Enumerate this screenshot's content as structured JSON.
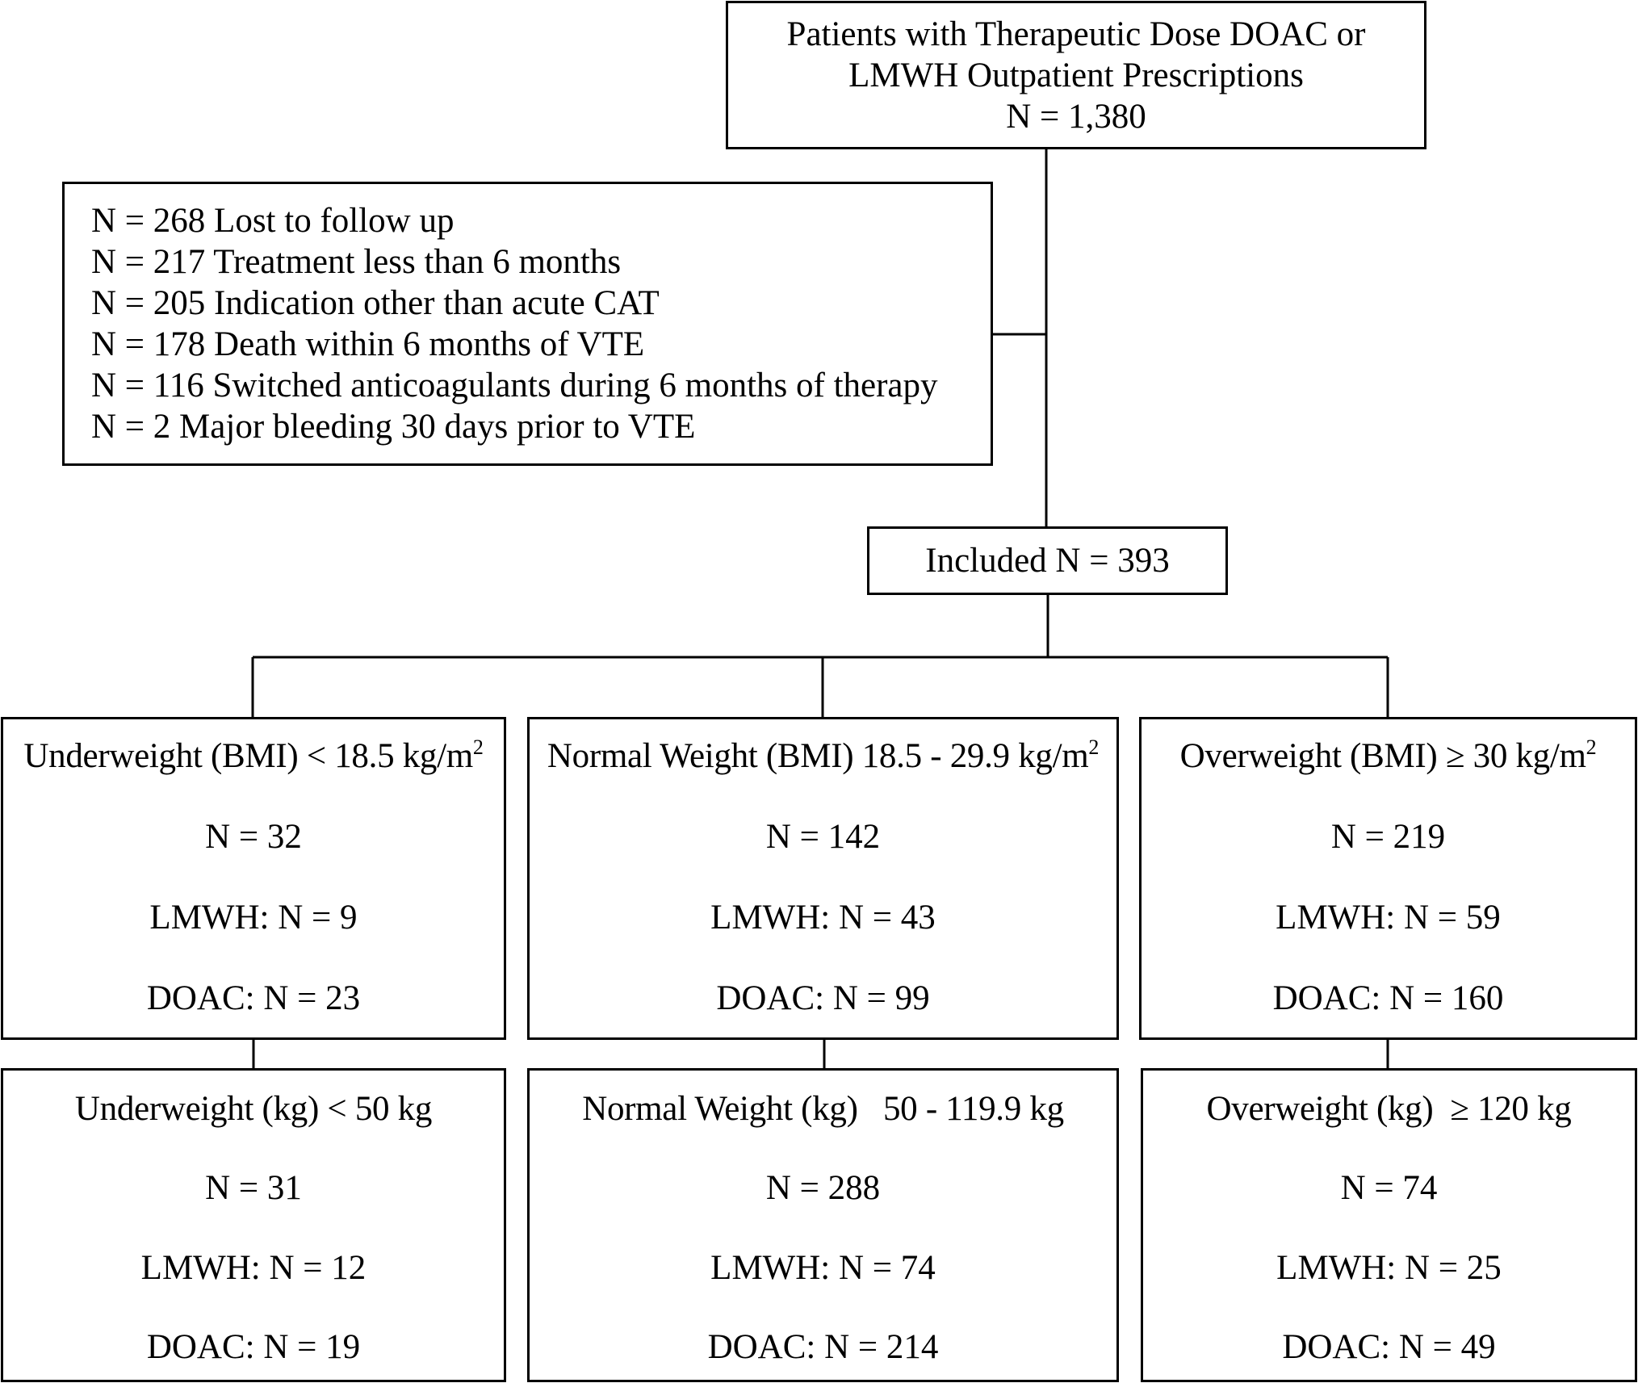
{
  "start": {
    "line1": "Patients with Therapeutic Dose DOAC or",
    "line2": "LMWH Outpatient Prescriptions",
    "n": "N = 1,380"
  },
  "exclusions": [
    "N = 268  Lost to follow up",
    "N = 217 Treatment less than 6 months",
    "N = 205 Indication other than acute CAT",
    "N = 178 Death within 6 months of VTE",
    "N = 116 Switched anticoagulants during 6 months of therapy",
    "N = 2 Major bleeding 30 days prior to VTE"
  ],
  "included": "Included N = 393",
  "bmi_groups": [
    {
      "title": "Underweight (BMI) < 18.5 kg/m",
      "title_sup": "2",
      "n": "N = 32",
      "lmwh": "LMWH: N = 9",
      "doac": "DOAC: N = 23"
    },
    {
      "title": "Normal Weight (BMI) 18.5 - 29.9 kg/m",
      "title_sup": "2",
      "n": "N = 142",
      "lmwh": "LMWH: N = 43",
      "doac": "DOAC: N = 99"
    },
    {
      "title": "Overweight (BMI) ≥ 30 kg/m",
      "title_sup": "2",
      "n": "N = 219",
      "lmwh": "LMWH: N = 59",
      "doac": "DOAC: N = 160"
    }
  ],
  "kg_groups": [
    {
      "title": "Underweight (kg) < 50 kg",
      "n": "N = 31",
      "lmwh": "LMWH: N = 12",
      "doac": "DOAC: N = 19"
    },
    {
      "title": "Normal Weight (kg)   50 - 119.9 kg",
      "n": "N = 288",
      "lmwh": "LMWH: N = 74",
      "doac": "DOAC: N = 214"
    },
    {
      "title": "Overweight (kg)  ≥ 120 kg",
      "n": "N = 74",
      "lmwh": "LMWH: N = 25",
      "doac": "DOAC: N = 49"
    }
  ]
}
